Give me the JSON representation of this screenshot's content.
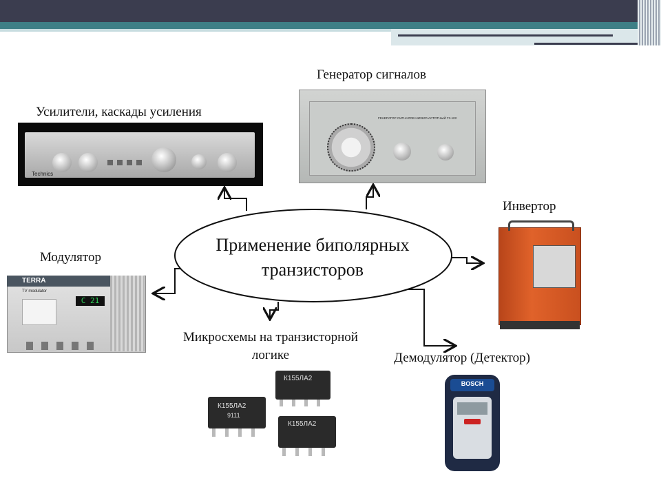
{
  "slide": {
    "central_title_line1": "Применение биполярных",
    "central_title_line2": "транзисторов"
  },
  "nodes": {
    "amplifier": {
      "label": "Усилители, каскады усиления",
      "device_brand": "Technics"
    },
    "generator": {
      "label": "Генератор сигналов",
      "device_plate": "ГЕНЕРАТОР СИГНАЛОВ НИЗКОЧАСТОТНЫЙ Г3-102"
    },
    "inverter": {
      "label": "Инвертор"
    },
    "modulator": {
      "label": "Модулятор",
      "device_brand": "TERRA",
      "device_model": "TV modulator",
      "device_display": "C 21"
    },
    "microchips": {
      "label_line1": "Микросхемы на транзисторной",
      "label_line2": "логике",
      "chip_marking": "К155ЛА2",
      "chip_code": "9111"
    },
    "demodulator": {
      "label": "Демодулятор (Детектор)",
      "device_brand": "BOSCH"
    }
  },
  "colors": {
    "header_dark": "#3b3d4f",
    "header_teal": "#3e7f86",
    "header_light": "#c8dde0",
    "arrow": "#111111",
    "device_orange": "#d9541e",
    "device_blue": "#1a4c93"
  }
}
